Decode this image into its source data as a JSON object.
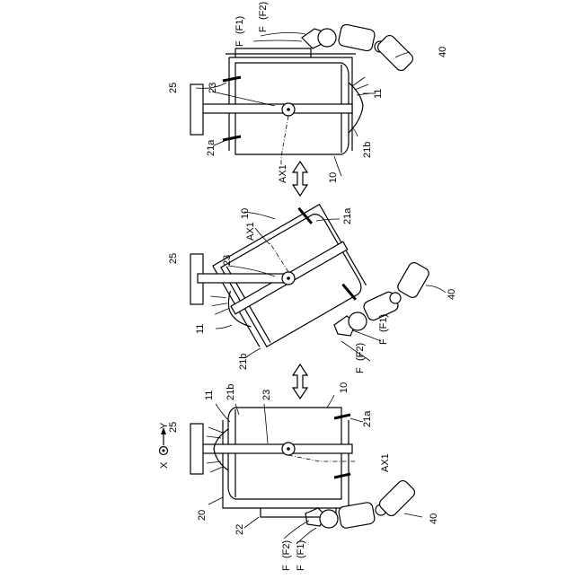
{
  "labels": {
    "ref_10": "10",
    "ref_11": "11",
    "ref_20": "20",
    "ref_21a": "21a",
    "ref_21b": "21b",
    "ref_22": "22",
    "ref_23": "23",
    "ref_25": "25",
    "ref_40": "40",
    "ref_ax1": "AX1",
    "ref_f": "F",
    "ref_f1": "(F1)",
    "ref_f2": "(F2)",
    "axis_x": "X",
    "axis_y": "Y"
  }
}
